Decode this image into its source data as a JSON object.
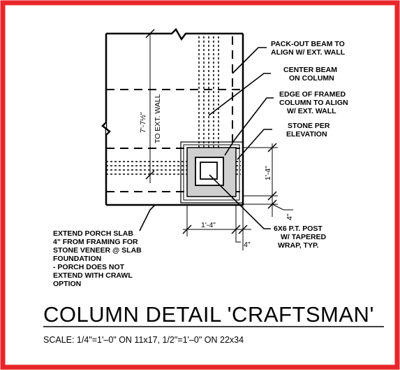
{
  "border_color": "#e8262a",
  "labels": {
    "pack_out_1": "PACK-OUT BEAM TO",
    "pack_out_2": "ALIGN W/ EXT. WALL",
    "center_beam_1": "CENTER BEAM",
    "center_beam_2": "ON COLUMN",
    "edge_1": "EDGE OF FRAMED",
    "edge_2": "COLUMN TO ALIGN",
    "edge_3": "W/ EXT. WALL",
    "stone_1": "STONE PER",
    "stone_2": "ELEVATION",
    "post_1": "6X6 P.T. POST",
    "post_2": "W/ TAPERED",
    "post_3": "WRAP, TYP.",
    "porch_1": "EXTEND PORCH SLAB",
    "porch_2": "4\" FROM FRAMING FOR",
    "porch_3": "STONE VENEER @ SLAB",
    "porch_4": "FOUNDATION",
    "porch_5": "- PORCH DOES NOT",
    "porch_6": "EXTEND WITH CRAWL",
    "porch_7": "OPTION"
  },
  "dimensions": {
    "to_ext_wall_value": "7'-7½\"",
    "to_ext_wall_label": "TO EXT. WALL",
    "vertical_col": "1'-4\"",
    "vertical_gap": "4\"",
    "horizontal_col": "1'-4\"",
    "horizontal_gap": "4\""
  },
  "title": "COLUMN DETAIL 'CRAFTSMAN'",
  "scale": "SCALE: 1/4\"=1'–0\" ON 11x17, 1/2\"=1'–0\" ON 22x34"
}
